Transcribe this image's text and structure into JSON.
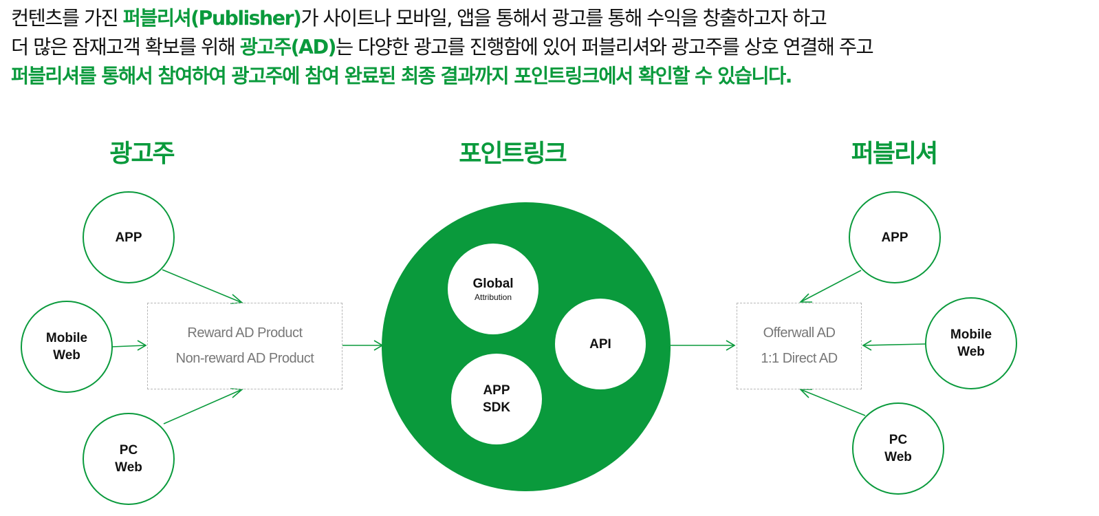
{
  "intro": {
    "line1": [
      "컨텐츠를 가진 ",
      "퍼블리셔(Publisher)",
      "가 사이트나 모바일, 앱을 통해서 광고를 통해 수익을 창출하고자 하고"
    ],
    "line2": [
      "더 많은 잠재고객 확보를 위해 ",
      "광고주(AD)",
      "는 다양한 광고를 진행함에 있어 퍼블리셔와 광고주를 상호 연결해 주고"
    ],
    "line3": "퍼블리셔를 통해서 참여하여 광고주에 참여 완료된 최종 결과까지 포인트링크에서 확인할 수 있습니다."
  },
  "columns": {
    "advertiser": {
      "title": "광고주",
      "app": [
        "APP"
      ],
      "mobile_web": [
        "Mobile",
        "Web"
      ],
      "pc_web": [
        "PC",
        "Web"
      ],
      "products": [
        "Reward AD Product",
        "Non-reward AD Product"
      ]
    },
    "pointlink": {
      "title": "포인트링크",
      "global": [
        "Global",
        "Attribution"
      ],
      "api": "API",
      "sdk": [
        "APP",
        "SDK"
      ]
    },
    "publisher": {
      "title": "퍼블리셔",
      "app": [
        "APP"
      ],
      "mobile_web": [
        "Mobile",
        "Web"
      ],
      "pc_web": [
        "PC",
        "Web"
      ],
      "products": [
        "Offerwall AD",
        "1:1 Direct AD"
      ]
    }
  },
  "colors": {
    "accent": "#0a9a3c",
    "text": "#111111",
    "box_text": "#777777",
    "box_border": "#b5b5b5"
  }
}
